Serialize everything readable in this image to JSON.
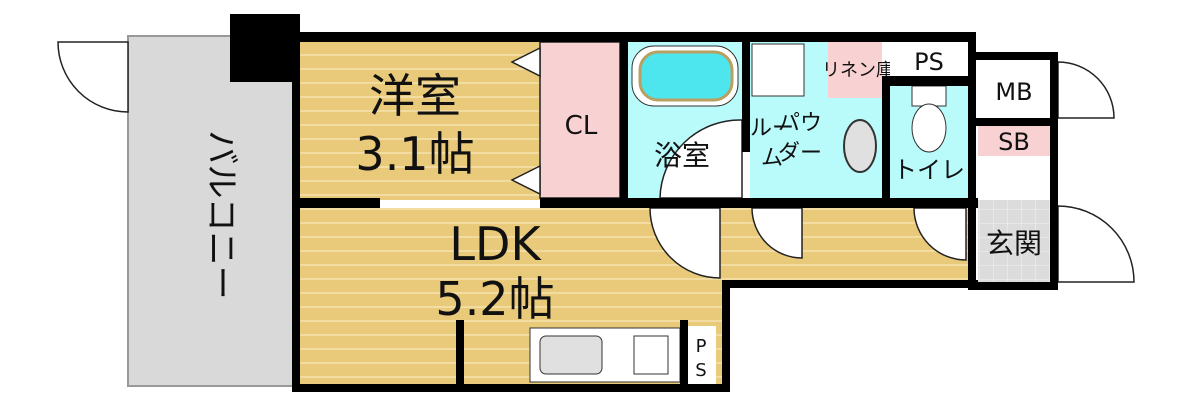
{
  "floorplan": {
    "rooms": {
      "western_room": {
        "name": "洋室",
        "size": "3.1帖"
      },
      "ldk": {
        "name": "LDK",
        "size": "5.2帖"
      },
      "closet": "CL",
      "bathroom": "浴室",
      "powder_room_line1": "パウ",
      "powder_room_line2": "ダー",
      "powder_room_line3": "ルー",
      "powder_room_line4": "ム",
      "linen": "リネン庫",
      "ps_top": "PS",
      "ps_bottom_1": "P",
      "ps_bottom_2": "S",
      "toilet": "トイレ",
      "mb": "MB",
      "sb": "SB",
      "entrance": "玄関",
      "balcony": "バルコニー"
    },
    "colors": {
      "floor": "#e9c97a",
      "wet": "#b9fbfb",
      "storage": "#f8d2d2",
      "balcony": "#d9d9d9",
      "wall": "#000000"
    }
  }
}
